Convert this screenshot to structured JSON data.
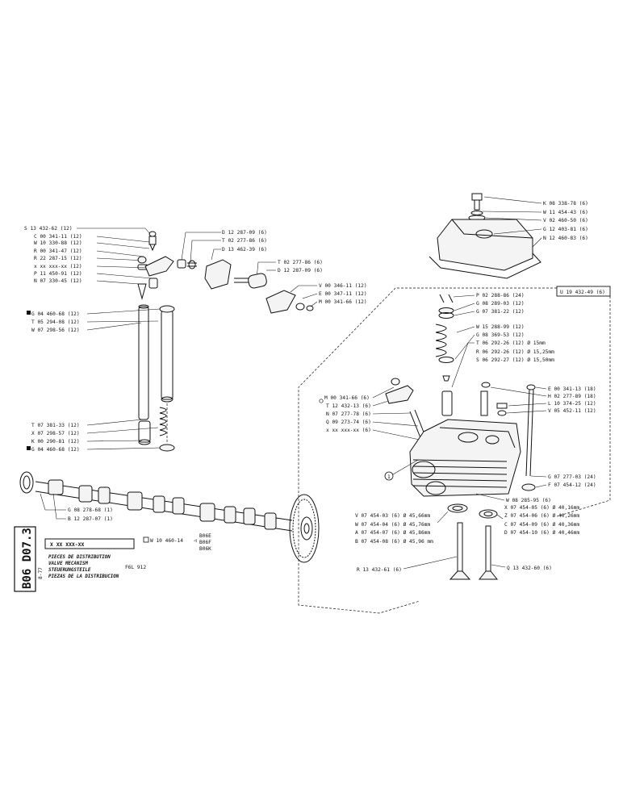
{
  "left_labels": [
    "S 13 432-62 (12)",
    "C 00 341-11 (12)",
    "W 10 330-88 (12)",
    "R 00 341-47 (12)",
    "R 22 287-15 (12)",
    "x xx xxx-xx (12)",
    "P 11 450-91 (12)",
    "N 07 330-45 (12)",
    "G 04 460-68 (12)",
    "T 05 294-08 (12)",
    "W 07 298-56 (12)",
    "T 07 381-33 (12)",
    "X 07 298-57 (12)",
    "K 00 290-81 (12)",
    "G 04 460-68 (12)"
  ],
  "rocker_labels": [
    "D 12 287-09 (6)",
    "T 02 277-86 (6)",
    "D 13 462-39 (6)",
    "T 02 277-86 (6)",
    "D 12 287-09 (6)",
    "V 00 346-11 (12)",
    "E 00 347-11 (12)",
    "M 00 341-66 (12)"
  ],
  "cover_labels": [
    "K 08 338-78 (6)",
    "W 11 454-43 (6)",
    "V 02 460-50 (6)",
    "G 12 403-81 (6)",
    "N 12 460-83 (6)"
  ],
  "head_ref": "U 19 432-49 (6)",
  "valve_spring_labels": [
    "P 02 288-86 (24)",
    "G 08 289-03 (12)",
    "G 07 381-22 (12)",
    "W 15 288-99 (12)",
    "G 08 369-53 (12)",
    "T 06 292-26 (12) Ø 15mm",
    "R 06 292-26 (12) Ø 15,25mm",
    "S 06 292-27 (12) Ø 15,50mm"
  ],
  "head_right_labels": [
    "E 00 341-13 (18)",
    "H 02 277-89 (18)",
    "L 10 374-25 (12)",
    "V 05 452-11 (12)",
    "G 07 277-03 (24)",
    "F 07 454-12 (24)",
    "W 08 285-95 (6)"
  ],
  "head_left_labels": [
    "M 00 341-66 (6)",
    "T 12 432-13 (6)",
    "N 07 277-78 (6)",
    "Q 09 273-74 (6)",
    "x xx xxx-xx (6)"
  ],
  "seat_left_labels": [
    "V 07 454-03 (6) Ø 45,66mm",
    "W 07 454-04 (6) Ø 45,76mm",
    "A 07 454-07 (6) Ø 45,86mm",
    "B 07 454-08 (6) Ø 45,96 mm"
  ],
  "seat_right_labels": [
    "X 07 454-05 (6) Ø 40,16mm",
    "Z 07 454-06 (6) Ø 40,26mm",
    "C 07 454-09 (6) Ø 40,36mm",
    "D 07 454-10 (6) Ø 40,46mm"
  ],
  "valve_labels": {
    "left": "R 13 432-61 (6)",
    "right": "Q 13 432-60 (6)"
  },
  "camshaft_labels": [
    "G 08 278-68 (1)",
    "B 12 287-07 (1)"
  ],
  "page_code": "B06 D07.3",
  "page_date": "8-77",
  "info": {
    "part_code": "X XX XXX-XX",
    "kit_ref": "W 10 460-14",
    "models": [
      "B06E",
      "B06F",
      "B06K"
    ],
    "engine": "F6L 912",
    "titles": [
      "PIECES DE DISTRIBUTION",
      "VALVE MECANISM",
      "STEUERUNGSTEILE",
      "PIEZAS DE LA DISTRIBUCION"
    ]
  },
  "callout_number": "1"
}
